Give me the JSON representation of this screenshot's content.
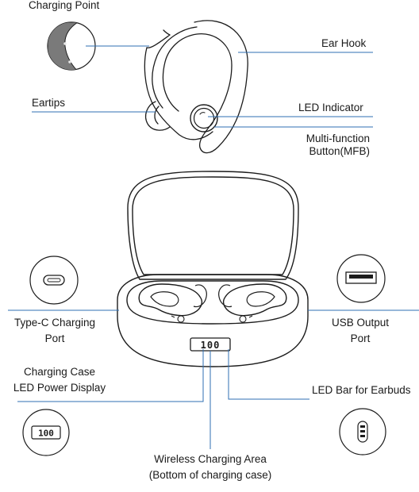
{
  "labels": {
    "charging_point": "Charging Point",
    "ear_hook": "Ear Hook",
    "eartips": "Eartips",
    "led_indicator": "LED Indicator",
    "mfb_line1": "Multi-function",
    "mfb_line2": "Button(MFB)",
    "typec_line1": "Type-C Charging",
    "typec_line2": "Port",
    "usb_line1": "USB Output",
    "usb_line2": "Port",
    "case_display_line1": "Charging Case",
    "case_display_line2": "LED Power Display",
    "led_bar": "LED Bar for Earbuds",
    "wireless_line1": "Wireless Charging Area",
    "wireless_line2": "(Bottom of charging case)"
  },
  "display_readout": "100",
  "colors": {
    "leader_line": "#2f6fb3",
    "outline": "#1c1c1c",
    "charging_point_fill": "#7a7a7a"
  }
}
